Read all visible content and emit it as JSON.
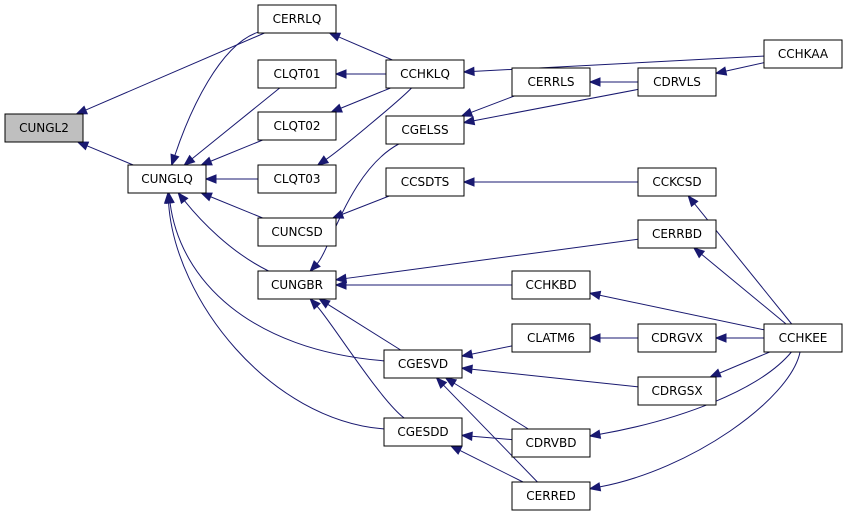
{
  "colors": {
    "edge": "#191970",
    "node_fill": "#ffffff",
    "highlight_fill": "#bfbfbf",
    "border": "#000000"
  },
  "nodes": [
    {
      "id": "CUNGL2",
      "label": "CUNGL2",
      "highlight": true
    },
    {
      "id": "CUNGLQ",
      "label": "CUNGLQ"
    },
    {
      "id": "CERRLQ",
      "label": "CERRLQ"
    },
    {
      "id": "CLQT01",
      "label": "CLQT01"
    },
    {
      "id": "CLQT02",
      "label": "CLQT02"
    },
    {
      "id": "CLQT03",
      "label": "CLQT03"
    },
    {
      "id": "CUNCSD",
      "label": "CUNCSD"
    },
    {
      "id": "CUNGBR",
      "label": "CUNGBR"
    },
    {
      "id": "CCHKLQ",
      "label": "CCHKLQ"
    },
    {
      "id": "CGELSS",
      "label": "CGELSS"
    },
    {
      "id": "CCSDTS",
      "label": "CCSDTS"
    },
    {
      "id": "CGESVD",
      "label": "CGESVD"
    },
    {
      "id": "CGESDD",
      "label": "CGESDD"
    },
    {
      "id": "CERRLS",
      "label": "CERRLS"
    },
    {
      "id": "CCHKBD",
      "label": "CCHKBD"
    },
    {
      "id": "CLATM6",
      "label": "CLATM6"
    },
    {
      "id": "CDRVBD",
      "label": "CDRVBD"
    },
    {
      "id": "CERRED",
      "label": "CERRED"
    },
    {
      "id": "CDRVLS",
      "label": "CDRVLS"
    },
    {
      "id": "CCKCSD",
      "label": "CCKCSD"
    },
    {
      "id": "CERRBD",
      "label": "CERRBD"
    },
    {
      "id": "CDRGVX",
      "label": "CDRGVX"
    },
    {
      "id": "CDRGSX",
      "label": "CDRGSX"
    },
    {
      "id": "CCHKAA",
      "label": "CCHKAA"
    },
    {
      "id": "CCHKEE",
      "label": "CCHKEE"
    }
  ],
  "edges": [
    {
      "from": "CUNGLQ",
      "to": "CUNGL2"
    },
    {
      "from": "CERRLQ",
      "to": "CUNGL2"
    },
    {
      "from": "CERRLQ",
      "to": "CUNGLQ"
    },
    {
      "from": "CLQT01",
      "to": "CUNGLQ"
    },
    {
      "from": "CLQT02",
      "to": "CUNGLQ"
    },
    {
      "from": "CLQT03",
      "to": "CUNGLQ"
    },
    {
      "from": "CUNCSD",
      "to": "CUNGLQ"
    },
    {
      "from": "CUNGBR",
      "to": "CUNGLQ"
    },
    {
      "from": "CGESVD",
      "to": "CUNGLQ"
    },
    {
      "from": "CGESDD",
      "to": "CUNGLQ"
    },
    {
      "from": "CCHKLQ",
      "to": "CERRLQ"
    },
    {
      "from": "CCHKLQ",
      "to": "CLQT01"
    },
    {
      "from": "CCHKLQ",
      "to": "CLQT02"
    },
    {
      "from": "CCHKLQ",
      "to": "CLQT03"
    },
    {
      "from": "CCSDTS",
      "to": "CUNCSD"
    },
    {
      "from": "CGELSS",
      "to": "CUNGBR"
    },
    {
      "from": "CERRBD",
      "to": "CUNGBR"
    },
    {
      "from": "CCHKBD",
      "to": "CUNGBR"
    },
    {
      "from": "CGESVD",
      "to": "CUNGBR"
    },
    {
      "from": "CGESDD",
      "to": "CUNGBR"
    },
    {
      "from": "CCHKAA",
      "to": "CCHKLQ"
    },
    {
      "from": "CERRLS",
      "to": "CGELSS"
    },
    {
      "from": "CDRVLS",
      "to": "CGELSS"
    },
    {
      "from": "CCKCSD",
      "to": "CCSDTS"
    },
    {
      "from": "CLATM6",
      "to": "CGESVD"
    },
    {
      "from": "CDRGSX",
      "to": "CGESVD"
    },
    {
      "from": "CDRVBD",
      "to": "CGESVD"
    },
    {
      "from": "CERRED",
      "to": "CGESVD"
    },
    {
      "from": "CDRVBD",
      "to": "CGESDD"
    },
    {
      "from": "CERRED",
      "to": "CGESDD"
    },
    {
      "from": "CDRVLS",
      "to": "CERRLS"
    },
    {
      "from": "CCHKEE",
      "to": "CCHKBD"
    },
    {
      "from": "CDRGVX",
      "to": "CLATM6"
    },
    {
      "from": "CCHKEE",
      "to": "CDRVBD"
    },
    {
      "from": "CCHKEE",
      "to": "CERRED"
    },
    {
      "from": "CCHKAA",
      "to": "CDRVLS"
    },
    {
      "from": "CCHKEE",
      "to": "CCKCSD"
    },
    {
      "from": "CCHKEE",
      "to": "CERRBD"
    },
    {
      "from": "CCHKEE",
      "to": "CDRGVX"
    },
    {
      "from": "CCHKEE",
      "to": "CDRGSX"
    }
  ]
}
